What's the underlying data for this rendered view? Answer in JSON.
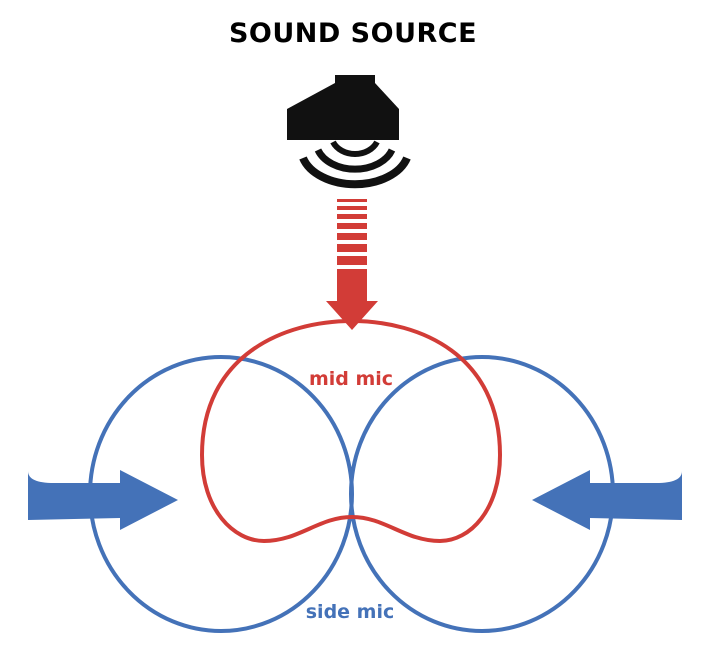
{
  "title": "SOUND SOURCE",
  "labels": {
    "mid": "mid mic",
    "side": "side mic"
  },
  "colors": {
    "mid": "#d23c37",
    "side": "#4472b8",
    "speaker": "#111111",
    "text": "#000000"
  },
  "icons": {
    "speaker": "speaker-icon",
    "sound_waves": "sound-waves-icon"
  }
}
